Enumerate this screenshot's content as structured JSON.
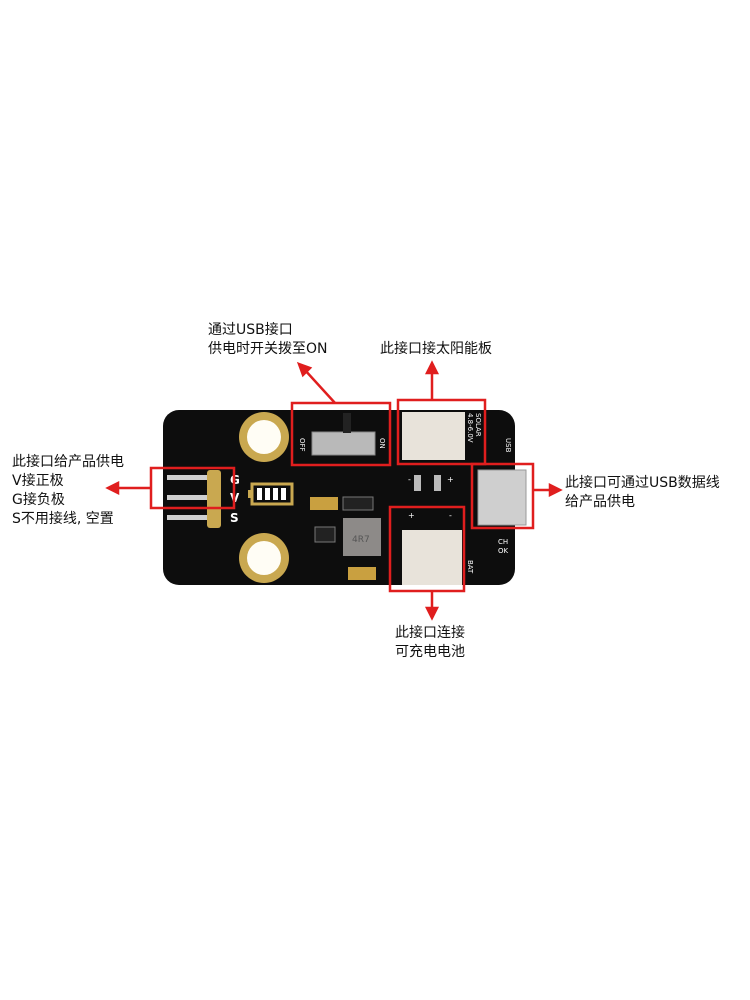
{
  "colors": {
    "annotation": "#e01e1e",
    "board": "#0d0d0d",
    "gold": "#c9a850",
    "connector": "#e8e3da"
  },
  "annotations": {
    "switch": [
      "通过USB接口",
      "供电时开关拨至ON"
    ],
    "solar": [
      "此接口接太阳能板"
    ],
    "pins": [
      "此接口给产品供电",
      "V接正极",
      "G接负极",
      "S不用接线, 空置"
    ],
    "usb": [
      "此接口可通过USB数据线",
      "给产品供电"
    ],
    "battery": [
      "此接口连接",
      "可充电电池"
    ]
  },
  "board_labels": {
    "pin_g": "G",
    "pin_v": "V",
    "pin_s": "S",
    "off": "OFF",
    "on": "ON",
    "solar": "SOLAR",
    "solar_voltage": "4.8-6.0V",
    "usb": "USB",
    "ch": "CH",
    "ok": "OK",
    "bat": "BAT",
    "inductor": "4R7",
    "minus": "-",
    "plus": "+"
  }
}
